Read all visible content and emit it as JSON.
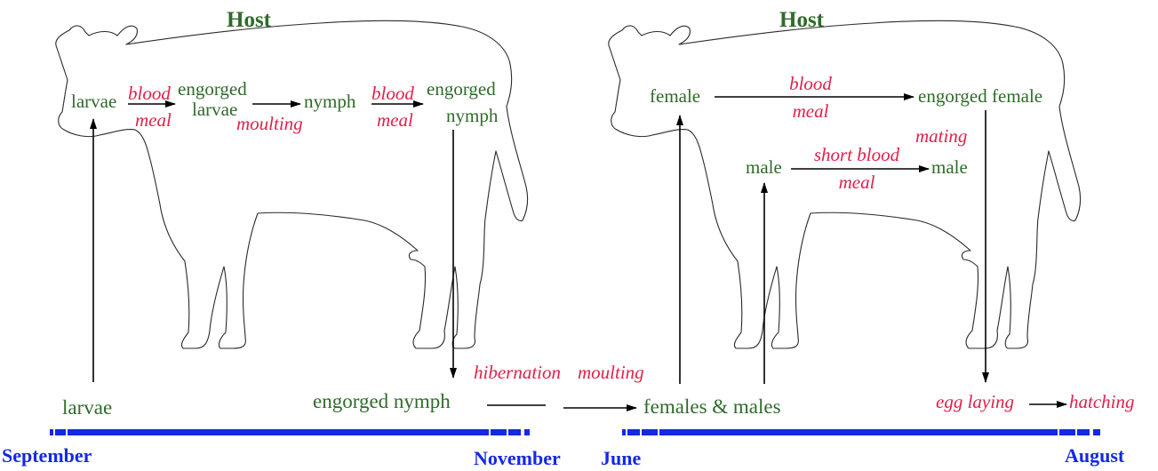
{
  "colors": {
    "stage_text": "#2f6b2a",
    "activity_text": "#e0204a",
    "month_text": "#1428e6",
    "timeline": "#1428e6",
    "outline": "#2a2a2a",
    "arrow": "#000000"
  },
  "left_panel": {
    "host": "Host",
    "stages": {
      "larvae": "larvae",
      "engorged_larvae_1": "engorged",
      "engorged_larvae_2": "larvae",
      "nymph": "nymph",
      "engorged_nymph_1": "engorged",
      "engorged_nymph_2": "nymph"
    },
    "activities": {
      "blood1_a": "blood",
      "blood1_b": "meal",
      "moulting": "moulting",
      "blood2_a": "blood",
      "blood2_b": "meal"
    }
  },
  "right_panel": {
    "host": "Host",
    "stages": {
      "female": "female",
      "engorged_female": "engorged female",
      "male": "male",
      "male_after": "male"
    },
    "activities": {
      "blood_a": "blood",
      "blood_b": "meal",
      "mating": "mating",
      "short_a": "short blood",
      "short_b": "meal"
    }
  },
  "ground": {
    "larvae": "larvae",
    "engorged_nymph": "engorged nymph",
    "hibernation": "hibernation",
    "moulting": "moulting",
    "females_males": "females & males",
    "egg_laying": "egg laying",
    "hatching": "hatching"
  },
  "timeline": {
    "september": "September",
    "november": "November",
    "june": "June",
    "august": "August"
  }
}
